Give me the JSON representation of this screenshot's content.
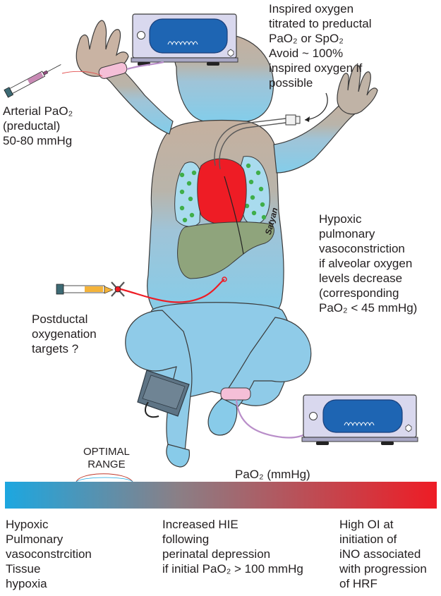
{
  "annotations": {
    "inspired_oxygen": "Inspired oxygen\ntitrated to preductal\nPaO₂ or SpO₂\nAvoid ~ 100%\ninspired oxygen if\npossible",
    "arterial_pao2": "Arterial PaO₂\n(preductal)\n50-80 mmHg",
    "hypoxic_vasoconstriction": "Hypoxic\npulmonary\nvasoconstriction\nif alveolar oxygen\nlevels decrease\n(corresponding\nPaO₂ < 45 mmHg)",
    "postductal_targets": "Postductal\noxygenation\ntargets ?",
    "signature": "Satyan"
  },
  "scale": {
    "optimal_range_label": "OPTIMAL\nRANGE",
    "axis_label": "PaO₂ (mmHg)",
    "colors": {
      "low": "#1ca7e0",
      "mid": "#8a7f86",
      "high": "#ee1c25"
    },
    "optimal_range_position": {
      "start_fraction": 0.165,
      "end_fraction": 0.305
    }
  },
  "bottom_captions": {
    "low": "Hypoxic\nPulmonary\nvasoconstrcition\nTissue\nhypoxia",
    "mid": "Increased HIE\nfollowing\nperinatal depression\nif initial PaO₂ > 100 mmHg",
    "high": "High OI at\ninitiation of\niNO associated\nwith progression\nof HRF"
  }
}
